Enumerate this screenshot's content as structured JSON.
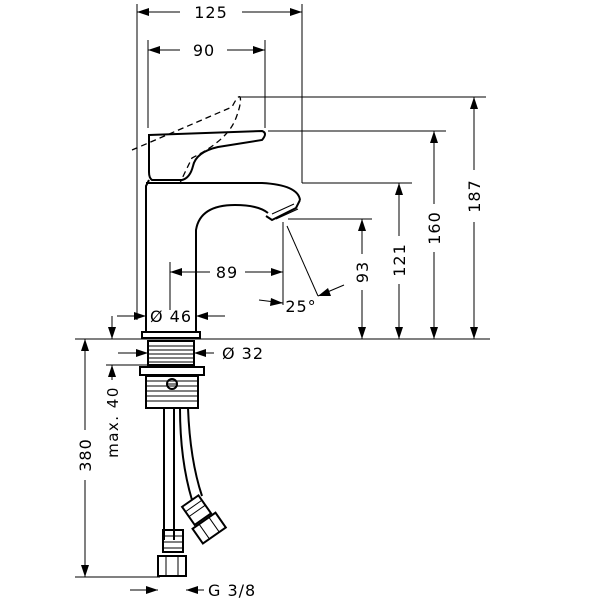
{
  "dimensions": {
    "width_125": "125",
    "width_90": "90",
    "height_187": "187",
    "height_160": "160",
    "height_121": "121",
    "height_93": "93",
    "reach_89": "89",
    "angle_25": "25°",
    "dia_46": "Ø 46",
    "dia_32": "Ø 32",
    "hose_380": "380",
    "max_40": "max. 40",
    "thread": "G 3/8"
  }
}
